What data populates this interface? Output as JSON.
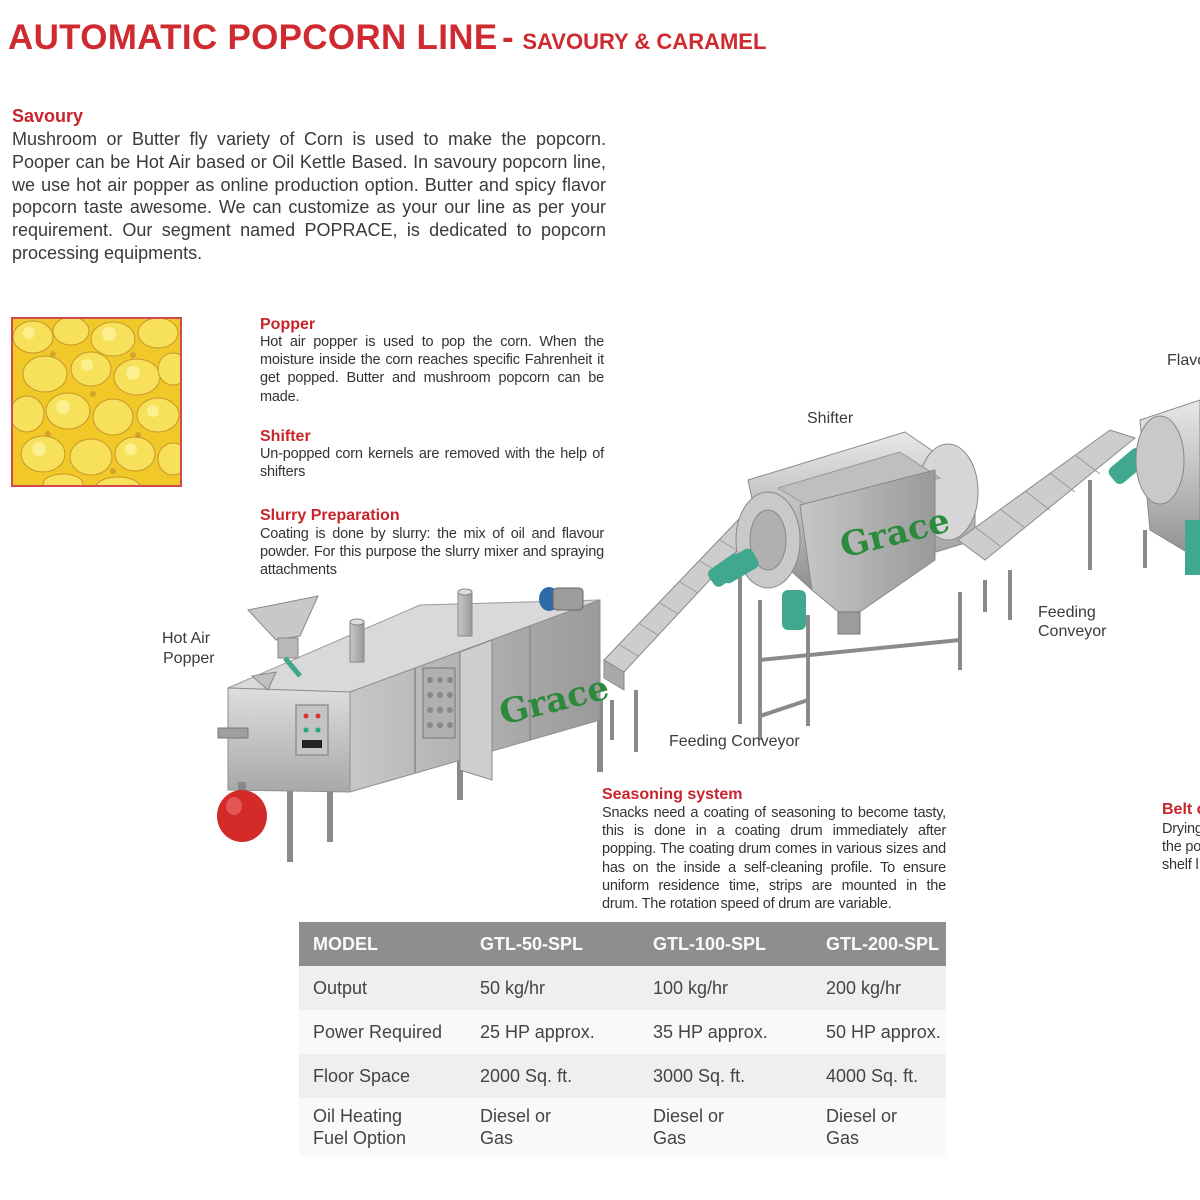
{
  "header": {
    "title": "AUTOMATIC POPCORN LINE",
    "separator": "-",
    "subtitle": "SAVOURY & CARAMEL"
  },
  "intro": {
    "heading": "Savoury",
    "body": "Mushroom or Butter fly variety of Corn is used to make the popcorn. Pooper can be Hot Air based or Oil Kettle Based. In savoury popcorn line, we use hot air popper as online production option. Butter and spicy flavor popcorn taste awesome. We can customize as your our line as per your requirement. Our segment named POPRACE, is dedicated to popcorn processing equipments."
  },
  "sections": {
    "popper": {
      "heading": "Popper",
      "body": "Hot air popper is used to pop the corn. When the moisture inside the corn reaches specific Fahrenheit it get popped. Butter and mushroom popcorn can be made."
    },
    "shifter": {
      "heading": "Shifter",
      "body": "Un-popped corn kernels are removed with the help of shifters"
    },
    "slurry": {
      "heading": "Slurry Preparation",
      "body": "Coating is done by slurry: the mix of oil and flavour powder. For this purpose the slurry mixer and spraying attachments"
    },
    "seasoning": {
      "heading": "Seasoning system",
      "body": "Snacks need a coating of seasoning to become tasty, this is done in a coating drum immediately after popping. The coating drum comes in various sizes and has on the inside a self-cleaning profile. To ensure uniform residence time, strips are mounted in the drum. The rotation speed of drum are variable."
    },
    "belt_partial": {
      "heading": "Belt c",
      "lines": [
        "Drying",
        "the po",
        "shelf l"
      ]
    }
  },
  "diagram": {
    "brand": "Grace",
    "labels": {
      "hot_air_popper_1": "Hot Air",
      "hot_air_popper_2": "Popper",
      "shifter": "Shifter",
      "feeding_conveyor_1": "Feeding Conveyor",
      "feeding_conveyor_2a": "Feeding",
      "feeding_conveyor_2b": "Conveyor",
      "flavour_partial": "Flavo"
    },
    "colors": {
      "steel": "#bdbdbd",
      "motor_green": "#3fa88e",
      "motor_blue": "#2f6aa8",
      "brand_green": "#2c8a3c",
      "tank_red": "#d42a2a"
    }
  },
  "spec_table": {
    "headers": [
      "MODEL",
      "GTL-50-SPL",
      "GTL-100-SPL",
      "GTL-200-SPL"
    ],
    "rows": [
      [
        "Output",
        "50 kg/hr",
        "100 kg/hr",
        "200 kg/hr"
      ],
      [
        "Power Required",
        "25 HP approx.",
        "35 HP approx.",
        "50 HP approx."
      ],
      [
        "Floor Space",
        "2000 Sq. ft.",
        "3000 Sq. ft.",
        "4000 Sq. ft."
      ],
      [
        [
          "Oil Heating",
          "Fuel Option"
        ],
        [
          "Diesel or",
          "Gas"
        ],
        [
          "Diesel or",
          "Gas"
        ],
        [
          "Diesel or",
          "Gas"
        ]
      ]
    ]
  }
}
